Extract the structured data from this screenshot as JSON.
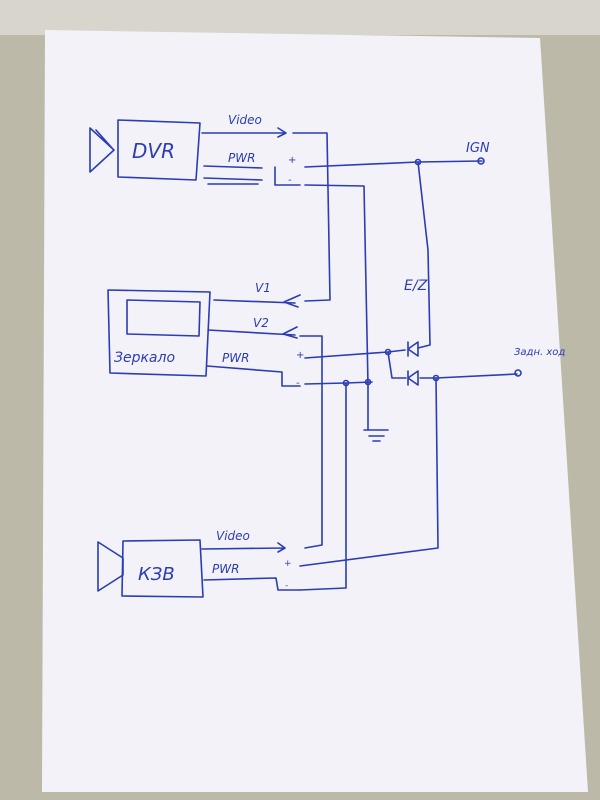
{
  "diagram": {
    "ink_color": "#2b3db5",
    "paper_color": "#f3f2f8",
    "dvr": {
      "label": "DVR",
      "video": "Video",
      "pwr": "PWR",
      "plus": "+",
      "minus": "-"
    },
    "mirror": {
      "label": "Зеркало",
      "v1": "V1",
      "v2": "V2",
      "pwr": "PWR",
      "plus": "+",
      "minus": "-"
    },
    "camera": {
      "label": "КЗВ",
      "video": "Video",
      "pwr": "PWR",
      "plus": "+",
      "minus": "-"
    },
    "ign": "IGN",
    "reverse": "Задн. ход",
    "switch": "E/Z"
  }
}
